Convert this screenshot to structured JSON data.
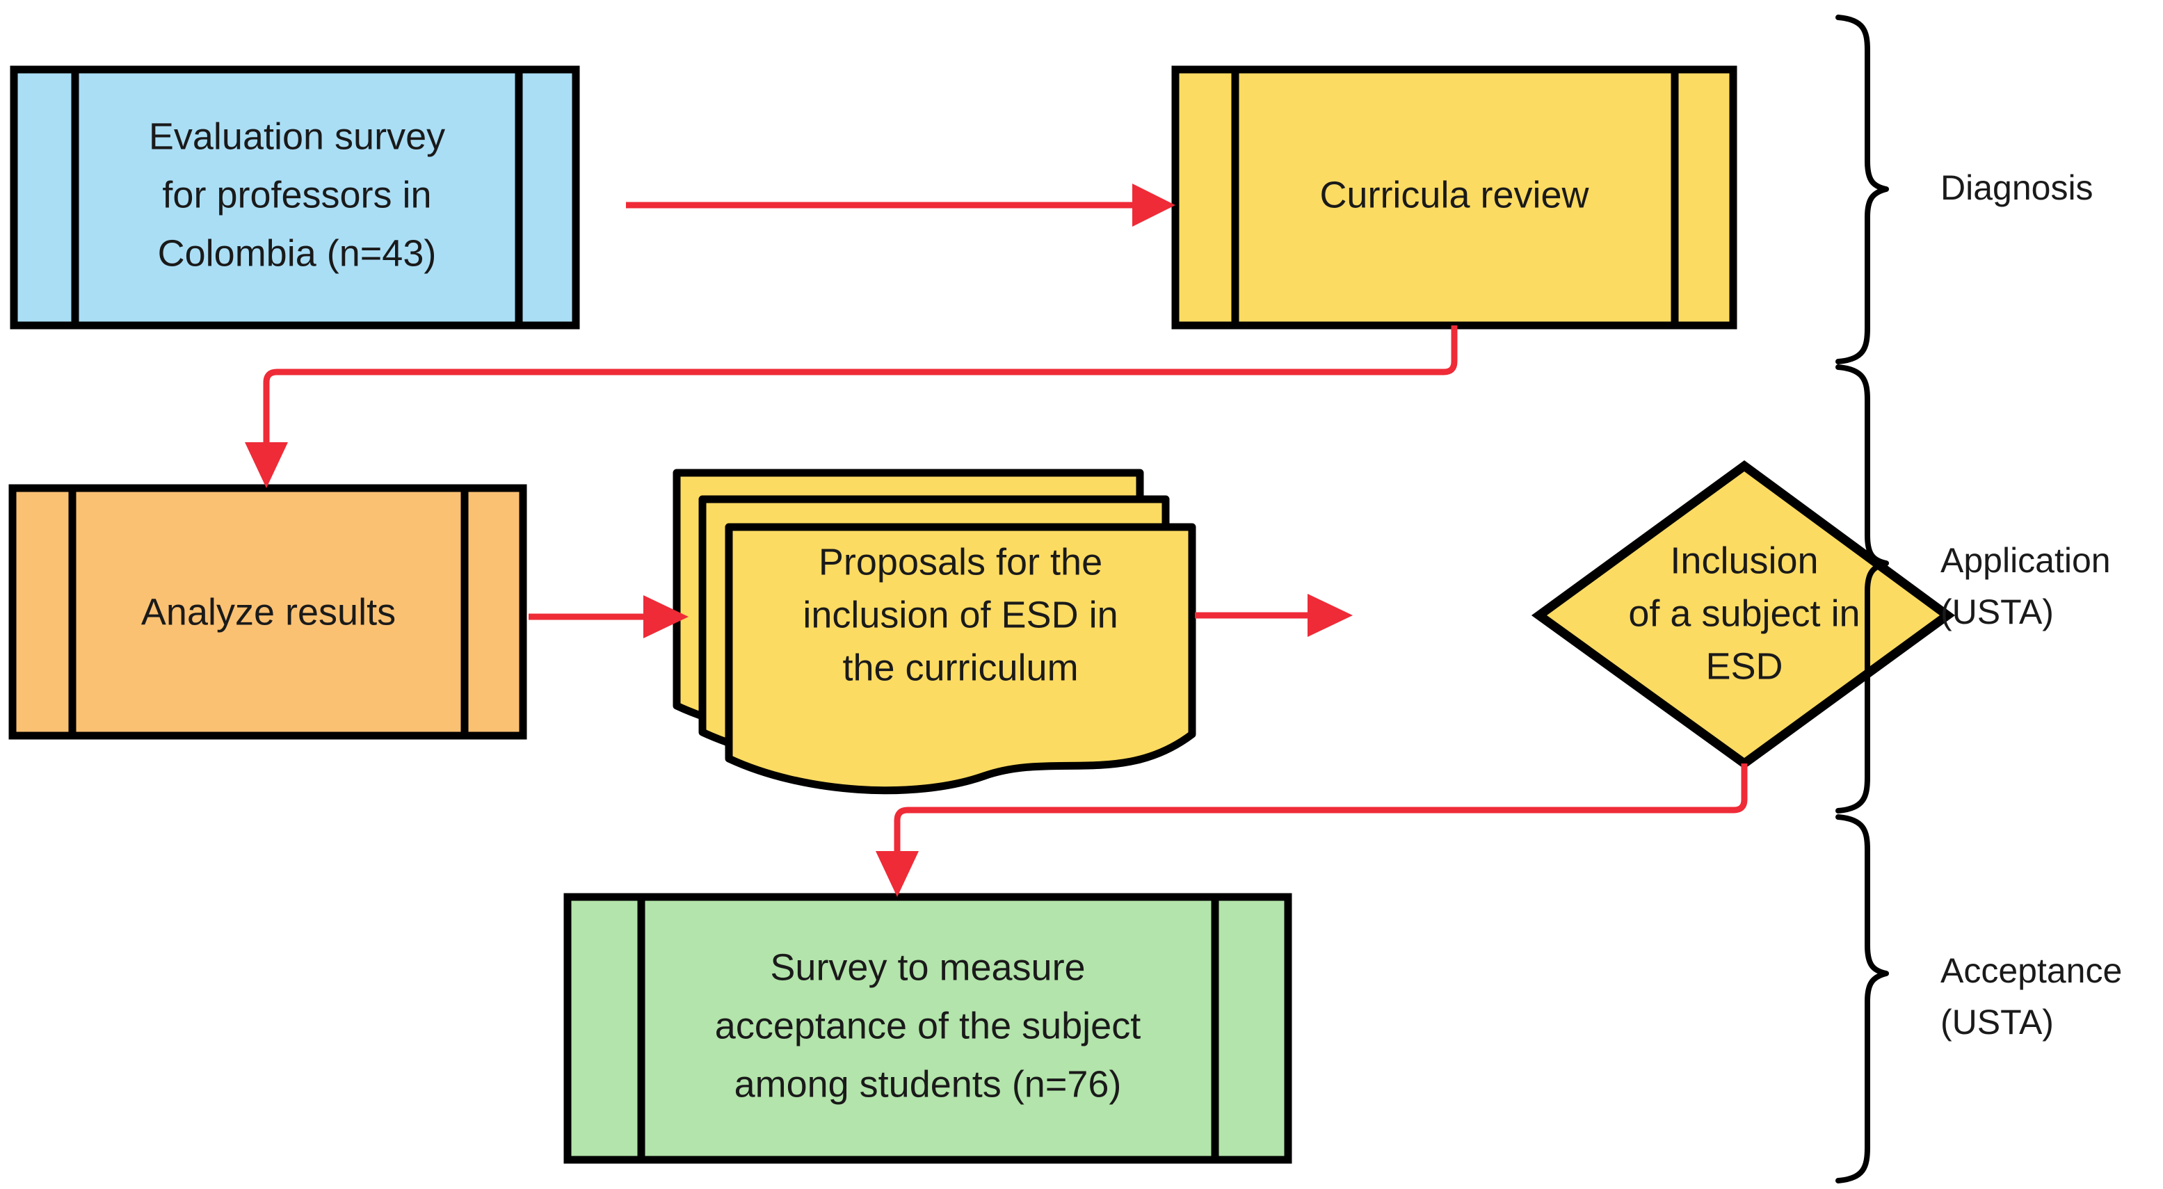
{
  "diagram": {
    "title": "ESD research methodology flowchart",
    "background_color": "#ffffff",
    "connector_color": "#ee2b37",
    "outline_color": "#000000"
  },
  "nodes": [
    {
      "id": "evaluation-survey",
      "shape": "predefined-process",
      "fill": "#aadef5",
      "lines": [
        "Evaluation survey",
        "for professors in",
        "Colombia (n=43)"
      ],
      "text": "Evaluation survey for professors in Colombia (n=43)"
    },
    {
      "id": "curricula-review",
      "shape": "predefined-process",
      "fill": "#fcdb62",
      "lines": [
        "Curricula review"
      ],
      "text": "Curricula review"
    },
    {
      "id": "analyze-results",
      "shape": "predefined-process",
      "fill": "#fbc172",
      "lines": [
        "Analyze results"
      ],
      "text": "Analyze results"
    },
    {
      "id": "proposals-esd",
      "shape": "multi-document",
      "fill": "#fcdb62",
      "lines": [
        "Proposals for the",
        "inclusion of ESD in",
        "the curriculum"
      ],
      "text": "Proposals for the inclusion of ESD in the curriculum"
    },
    {
      "id": "inclusion-subject",
      "shape": "decision-diamond",
      "fill": "#fcdb62",
      "lines": [
        "Inclusion",
        "of a subject in",
        "ESD"
      ],
      "text": "Inclusion of a subject in ESD"
    },
    {
      "id": "acceptance-survey",
      "shape": "predefined-process",
      "fill": "#b3e4ab",
      "lines": [
        "Survey to measure",
        "acceptance of the subject",
        "among students (n=76)"
      ],
      "text": "Survey to measure acceptance of the subject among students (n=76)"
    }
  ],
  "edges": [
    {
      "id": "edge-survey-to-curricula",
      "from": "evaluation-survey",
      "to": "curricula-review",
      "style": "straight-right"
    },
    {
      "id": "edge-curricula-to-analyze",
      "from": "curricula-review",
      "to": "analyze-results",
      "style": "down-left-down"
    },
    {
      "id": "edge-analyze-to-proposals",
      "from": "analyze-results",
      "to": "proposals-esd",
      "style": "straight-right"
    },
    {
      "id": "edge-proposals-to-inclusion",
      "from": "proposals-esd",
      "to": "inclusion-subject",
      "style": "straight-right"
    },
    {
      "id": "edge-inclusion-to-acceptance",
      "from": "inclusion-subject",
      "to": "acceptance-survey",
      "style": "down-left-down"
    }
  ],
  "phases": [
    {
      "id": "phase-diagnosis",
      "lines": [
        "Diagnosis"
      ],
      "text": "Diagnosis"
    },
    {
      "id": "phase-application",
      "lines": [
        "Application",
        "(USTA)"
      ],
      "text": "Application (USTA)"
    },
    {
      "id": "phase-acceptance",
      "lines": [
        "Acceptance",
        "(USTA)"
      ],
      "text": "Acceptance (USTA)"
    }
  ]
}
